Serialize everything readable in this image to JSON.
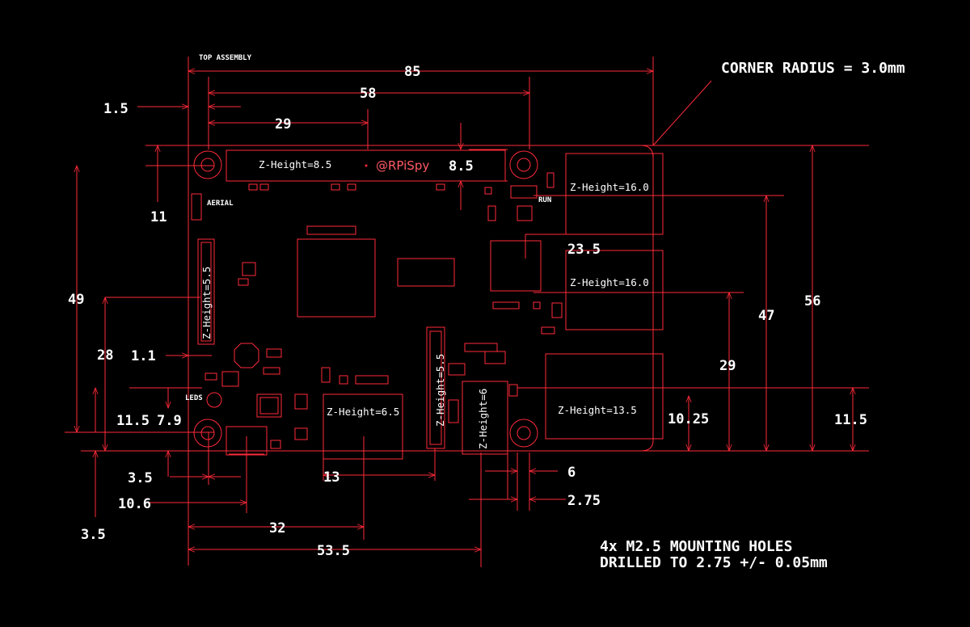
{
  "title": "TOP ASSEMBLY",
  "board_brand": "@RPiSpy",
  "corner_radius_note": "CORNER RADIUS = 3.0mm",
  "mounting_note_line1": "4x M2.5 MOUNTING HOLES",
  "mounting_note_line2": "DRILLED TO 2.75 +/- 0.05mm",
  "labels": {
    "aerial": "AERIAL",
    "leds": "LEDS",
    "run": "RUN"
  },
  "z_heights": {
    "gpio_header": "Z-Height=8.5",
    "usb_top": "Z-Height=16.0",
    "usb_bottom": "Z-Height=16.0",
    "ethernet": "Z-Height=13.5",
    "display_connector": "Z-Height=5.5",
    "camera_connector": "Z-Height=5.5",
    "hdmi": "Z-Height=6.5",
    "audio_jack": "Z-Height=6"
  },
  "dimensions": {
    "overall_width": "85",
    "hole_spacing_x": "58",
    "header_center": "29",
    "hole_offset_left": "1.5",
    "header_height": "8.5",
    "hole_offset_top": "11",
    "hole_spacing_y": "49",
    "display_center": "28",
    "display_offset": "1.1",
    "leds_11_5": "11.5",
    "leds_7_9": "7.9",
    "bottom_hole_offset": "3.5",
    "power_center": "10.6",
    "edge_offset": "3.5",
    "hdmi_width": "13",
    "hdmi_center": "32",
    "audio_center": "53.5",
    "audio_width": "6",
    "hole_diameter": "2.75",
    "usb_offset": "23.5",
    "usb_top_height": "47",
    "overall_height": "56",
    "usb_bottom_height": "29",
    "ethernet_center": "10.25",
    "ethernet_height": "11.5"
  }
}
